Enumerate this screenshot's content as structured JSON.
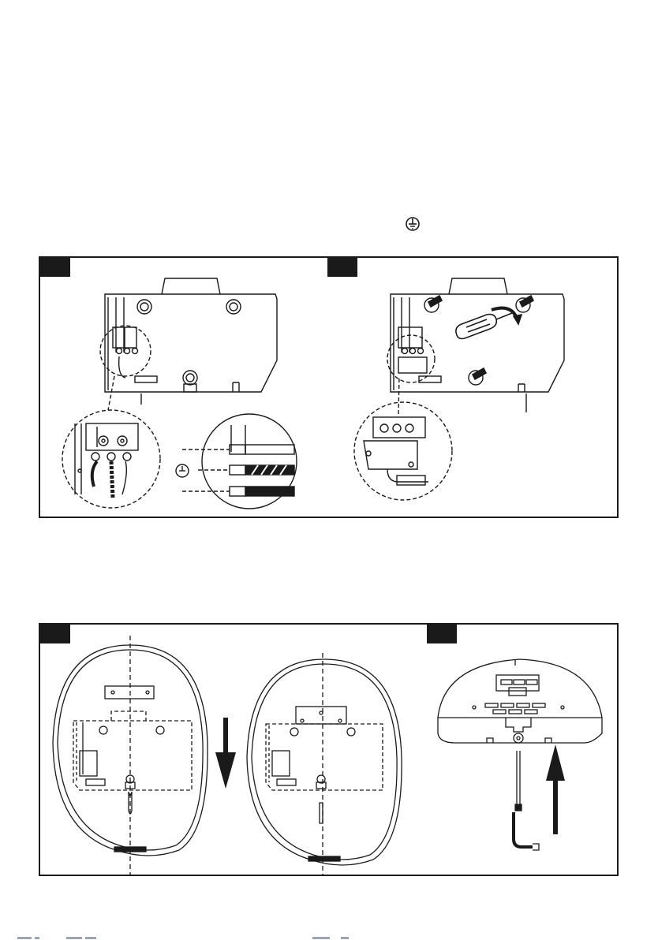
{
  "page": {
    "background": "#ffffff",
    "ink": "#1a1a1a",
    "shade": "#d8d8d8"
  },
  "panels": [
    {
      "label": "",
      "icon": "wiring-terminal-figure"
    },
    {
      "label": "",
      "icon": "screw-fastening-figure"
    },
    {
      "label": "",
      "icon": "slide-down-mount-figure"
    },
    {
      "label": "",
      "icon": "bottom-screw-lock-figure"
    }
  ],
  "symbols": {
    "ground": "protective-earth-icon"
  }
}
